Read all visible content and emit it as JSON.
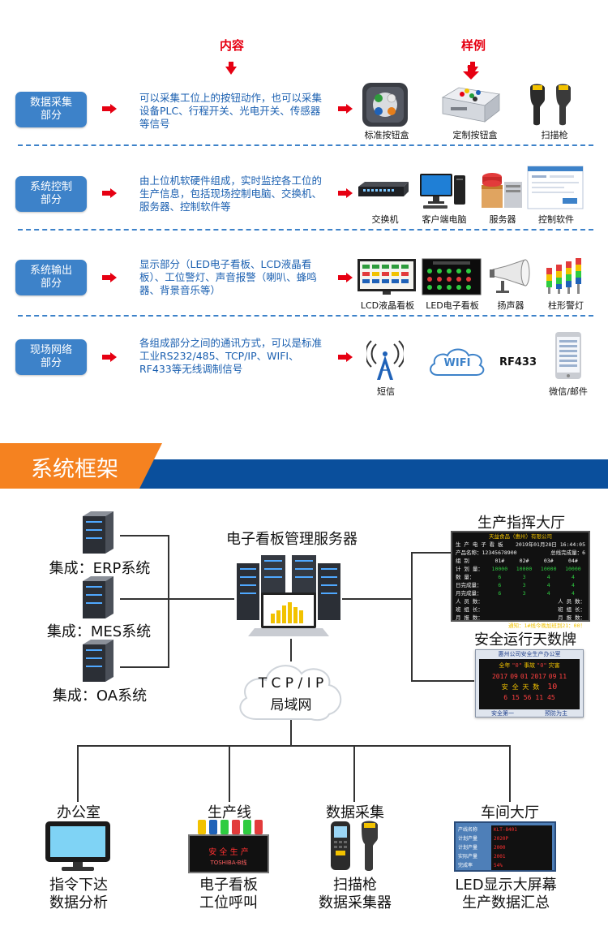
{
  "top": {
    "col_header_content": "内容",
    "col_header_example": "样例",
    "rows": [
      {
        "label_l1": "数据采集",
        "label_l2": "部分",
        "desc": "可以采集工位上的按钮动作，也可以采集设备PLC、行程开关、光电开关、传感器等信号",
        "items": [
          "标准按钮盒",
          "定制按钮盒",
          "扫描枪"
        ]
      },
      {
        "label_l1": "系统控制",
        "label_l2": "部分",
        "desc": "由上位机软硬件组成，实时监控各工位的生产信息，包括现场控制电脑、交换机、服务器、控制软件等",
        "items": [
          "交换机",
          "客户端电脑",
          "服务器",
          "控制软件"
        ]
      },
      {
        "label_l1": "系统输出",
        "label_l2": "部分",
        "desc": "显示部分（LED电子看板、LCD液晶看板）、工位警灯、声音报警（喇叭、蜂鸣器、背景音乐等）",
        "items": [
          "LCD液晶看板",
          "LED电子看板",
          "扬声器",
          "柱形警灯"
        ]
      },
      {
        "label_l1": "现场网络",
        "label_l2": "部分",
        "desc": "各组成部分之间的通讯方式，可以是标准工业RS232/485、TCP/IP、WIFI、RF433等无线调制信号",
        "items": [
          "短信",
          "WIFI",
          "RF433",
          "微信/邮件"
        ]
      }
    ]
  },
  "banner": {
    "title": "系统框架"
  },
  "framework": {
    "integrations": [
      "集成：ERP系统",
      "集成：MES系统",
      "集成：OA系统"
    ],
    "server_title": "电子看板管理服务器",
    "network_l1": "T C P / I P",
    "network_l2": "局域网",
    "command_hall": "生产指挥大厅",
    "safety_board": "安全运行天数牌",
    "lcd_board": {
      "company": "天益食品（惠州）有限公司",
      "date": "2019年01月28日 16:44:05",
      "row1": "生 产 电 子 看 板",
      "product_label": "产品名称：",
      "product_value": "12345678900",
      "total_label": "总线完成量：",
      "total_value": "6",
      "cols": [
        "组  别",
        "01#",
        "02#",
        "03#",
        "04#"
      ],
      "rows": [
        [
          "计 划 量：",
          "10000",
          "10000",
          "10000",
          "10000"
        ],
        [
          "数    量：",
          "6",
          "3",
          "4",
          "4"
        ],
        [
          "日完成量：",
          "6",
          "3",
          "4",
          "4"
        ],
        [
          "月完成量：",
          "6",
          "3",
          "4",
          "4"
        ]
      ],
      "people_lbls": [
        "人 员 数：",
        "班 组 长：",
        "月 报 数："
      ],
      "people_lbls2": [
        "人 员 数：",
        "班 组 长：",
        "月 报 数："
      ],
      "notice": "通知：1#线今晚加班到21：00！"
    },
    "safety_panel": {
      "header": "惠州公司安全生产办公室",
      "line1_a": "全年",
      "line1_b": "\"0\"",
      "line1_c": "事故",
      "line1_d": "\"0\"",
      "line1_e": "灾害",
      "line2_a": "2017",
      "line2_b": "09",
      "line2_c": "01",
      "line2_d": "2017",
      "line2_e": "09",
      "line2_f": "11",
      "line3_label": "安 全 天 数",
      "line3_value": "10",
      "line4_a": "6",
      "line4_b": "15",
      "line4_c": "56",
      "line4_d": "11",
      "line4_e": "45",
      "footer_a": "安全第一",
      "footer_b": "预防为主"
    },
    "bottom": [
      {
        "title": "办公室",
        "l1": "指令下达",
        "l2": "数据分析"
      },
      {
        "title": "生产线",
        "l1": "电子看板",
        "l2": "工位呼叫"
      },
      {
        "title": "数据采集",
        "l1": "扫描枪",
        "l2": "数据采集器"
      },
      {
        "title": "车间大厅",
        "l1": "LED显示大屏幕",
        "l2": "生产数据汇总"
      }
    ],
    "line_board_text": "安 全 生 产",
    "line_board_sub": "TOSHIBA-B线",
    "hall_board_labels": [
      "产线名称",
      "计划产量",
      "计划产量",
      "实际产量",
      "完成率"
    ],
    "hall_board_values": [
      "KLT-8401",
      "2020P",
      "2000",
      "2001",
      "54%"
    ]
  },
  "colors": {
    "accent": "#e60012",
    "badge": "#3d82c9",
    "text_blue": "#1a5fb0",
    "banner": "#f58220"
  }
}
